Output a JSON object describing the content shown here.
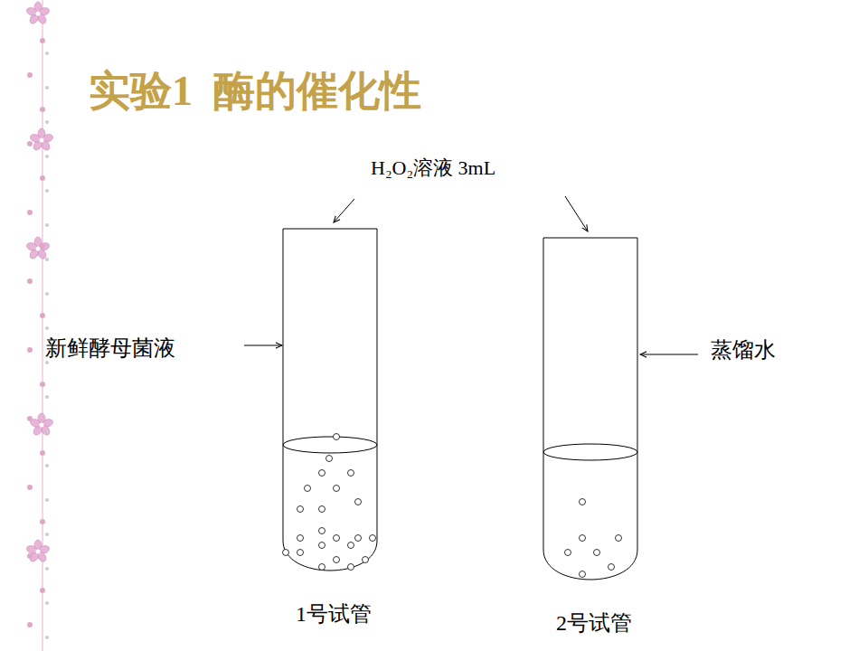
{
  "diagram": {
    "title": "实验1  酶的催化性",
    "nodes": [
      {
        "text": [
          "1号试管"
        ]
      },
      {
        "text": [
          "2号试管"
        ]
      }
    ],
    "labels": [
      "H₂O₂溶液 3mL",
      "新鲜酵母菌液",
      "蒸馏水"
    ]
  }
}
